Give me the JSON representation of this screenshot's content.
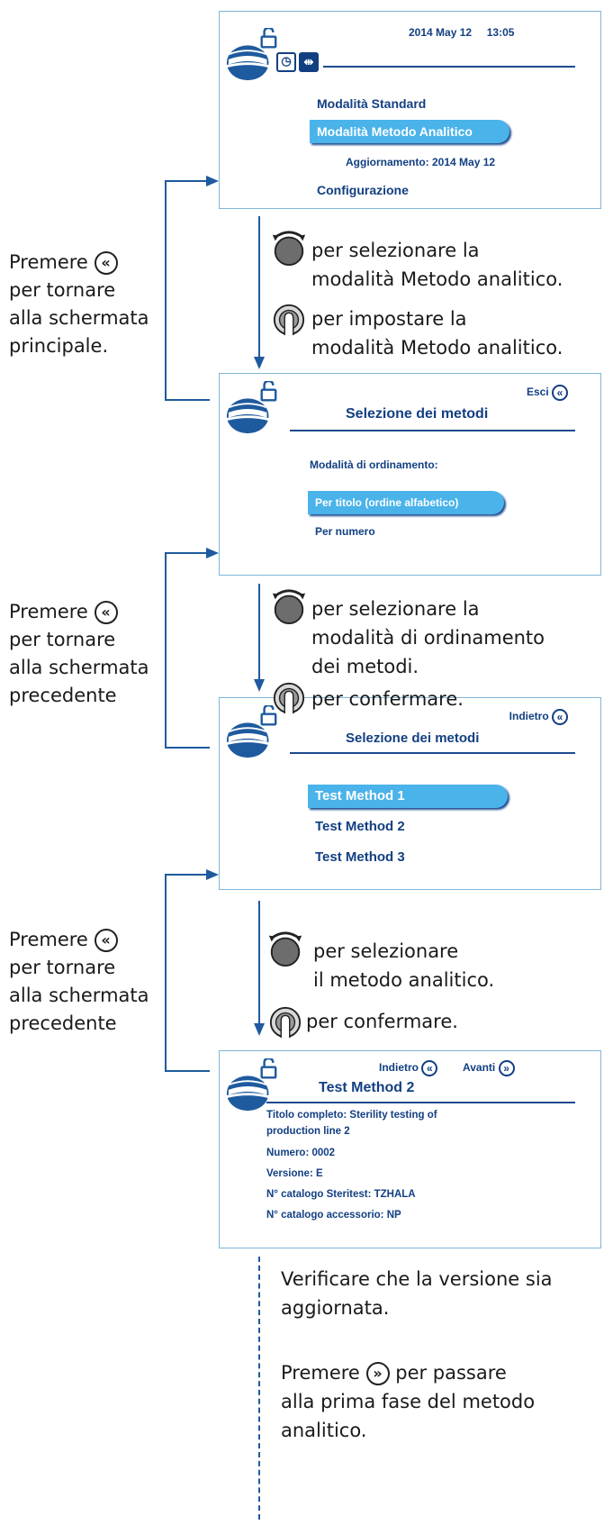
{
  "screens": {
    "main": {
      "datetime": "2014 May 12     13:05",
      "items": [
        "Modalità Standard",
        "Modalità Metodo Analitico",
        "Aggiornamento: 2014 May 12",
        "Configurazione"
      ],
      "selected_index": 1
    },
    "sort": {
      "exit_label": "Esci",
      "title": "Selezione dei metodi",
      "subtitle": "Modalità di ordinamento:",
      "options": [
        "Per titolo (ordine alfabetico)",
        "Per numero"
      ]
    },
    "methods": {
      "back_label": "Indietro",
      "title": "Selezione dei metodi",
      "items": [
        "Test Method 1",
        "Test Method 2",
        "Test Method 3"
      ]
    },
    "detail": {
      "back_label": "Indietro",
      "next_label": "Avanti",
      "title": "Test Method 2",
      "full_title_1": "Titolo completo: Sterility testing of",
      "full_title_2": "production line 2",
      "number": "Numero: 0002",
      "version": "Versione: E",
      "steritest": "N° catalogo Steritest: TZHALA",
      "accessory": "N° catalogo accessorio: NP"
    }
  },
  "instructions": {
    "side1": {
      "pre": "Premere",
      "l2": "per tornare",
      "l3": "alla schermata",
      "l4": "principale."
    },
    "side2": {
      "pre": "Premere",
      "l2": "per tornare",
      "l3": "alla schermata",
      "l4": "precedente"
    },
    "side3": {
      "pre": "Premere",
      "l2": "per tornare",
      "l3": "alla schermata",
      "l4": "precedente"
    },
    "step1a_1": "per selezionare la",
    "step1a_2": "modalità Metodo analitico.",
    "step1b_1": "per impostare la",
    "step1b_2": "modalità Metodo analitico.",
    "step2a_1": "per selezionare la",
    "step2a_2": "modalità di ordinamento",
    "step2a_3": "dei metodi.",
    "step2b": "per confermare.",
    "step3a_1": "per selezionare",
    "step3a_2": "il metodo analitico.",
    "step3b": "per confermare.",
    "final1_1": "Verificare che la versione sia",
    "final1_2": "aggiornata.",
    "final2_pre": "Premere",
    "final2_post": "per passare",
    "final2_2": "alla prima fase del metodo",
    "final2_3": "analitico."
  },
  "icons": [
    "back-double-chevron-icon",
    "forward-double-chevron-icon",
    "rotary-knob-icon",
    "press-button-icon",
    "lock-icon",
    "clock-icon",
    "usb-icon",
    "device-logo"
  ],
  "colors": {
    "accent": "#4ab3ea",
    "navy": "#123f82",
    "flow": "#1e5a9e"
  }
}
